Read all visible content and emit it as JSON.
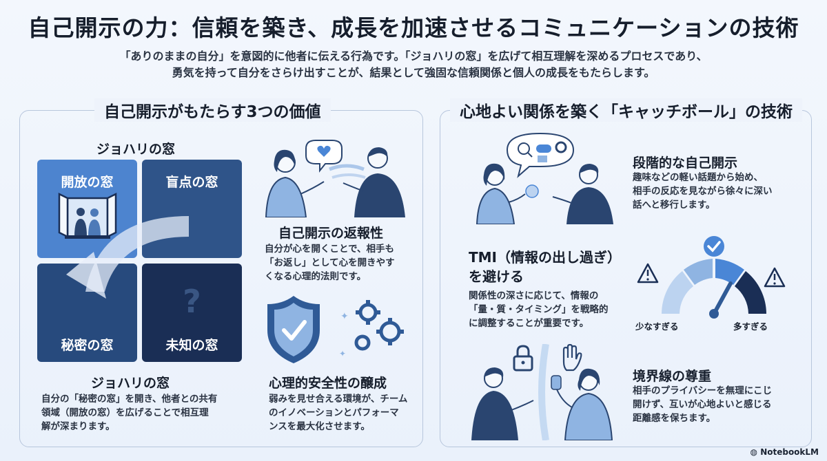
{
  "title": "自己開示の力：信頼を築き、成長を加速させるコミュニケーションの技術",
  "subtitle": {
    "line1": "「ありのままの自分」を意図的に他者に伝える行為です。「ジョハリの窓」を広げて相互理解を深めるプロセスであり、",
    "line2": "勇気を持って自分をさらけ出すことが、結果として強固な信頼関係と個人の成長をもたらします。"
  },
  "left_panel": {
    "title": "自己開示がもたらす3つの価値",
    "johari": {
      "heading": "ジョハリの窓",
      "panes": {
        "open": "開放の窓",
        "blind": "盲点の窓",
        "hidden": "秘密の窓",
        "unknown": "未知の窓",
        "question_mark": "?"
      },
      "caption_heading": "ジョハリの窓",
      "caption": [
        "自分の「秘密の窓」を開き、他者との共有",
        "領域（開放の窓）を広げることで相互理",
        "解が深まります。"
      ]
    },
    "reciprocity": {
      "heading": "自己開示の返報性",
      "text": [
        "自分が心を開くことで、相手も",
        "「お返し」として心を開きやす",
        "くなる心理的法則です。"
      ]
    },
    "safety": {
      "heading": "心理的安全性の醸成",
      "text": [
        "弱みを見せ合える環境が、チーム",
        "のイノベーションとパフォーマ",
        "ンスを最大化させます。"
      ]
    }
  },
  "right_panel": {
    "title": "心地よい関係を築く「キャッチボール」の技術",
    "gradual": {
      "heading": "段階的な自己開示",
      "text": [
        "趣味などの軽い話題から始め、",
        "相手の反応を見ながら徐々に深い",
        "話へと移行します。"
      ]
    },
    "tmi": {
      "heading_line1": "TMI（情報の出し過ぎ）",
      "heading_line2": "を避ける",
      "text": [
        "関係性の深さに応じて、情報の",
        "「量・質・タイミング」を戦略的",
        "に調整することが重要です。"
      ],
      "gauge_low": "少なすぎる",
      "gauge_high": "多すぎる"
    },
    "boundary": {
      "heading": "境界線の尊重",
      "text": [
        "相手のプライバシーを無理にこじ",
        "開けず、互いが心地よいと感じる",
        "距離感を保ちます。"
      ]
    }
  },
  "brand": "NotebookLM",
  "colors": {
    "open_pane": "#4d84cf",
    "blind_pane": "#2f5489",
    "hidden_pane": "#274a7d",
    "unknown_pane": "#1a2e55",
    "figure_dark": "#2a4570",
    "figure_light": "#8fb4e2",
    "accent": "#4a86d6"
  }
}
